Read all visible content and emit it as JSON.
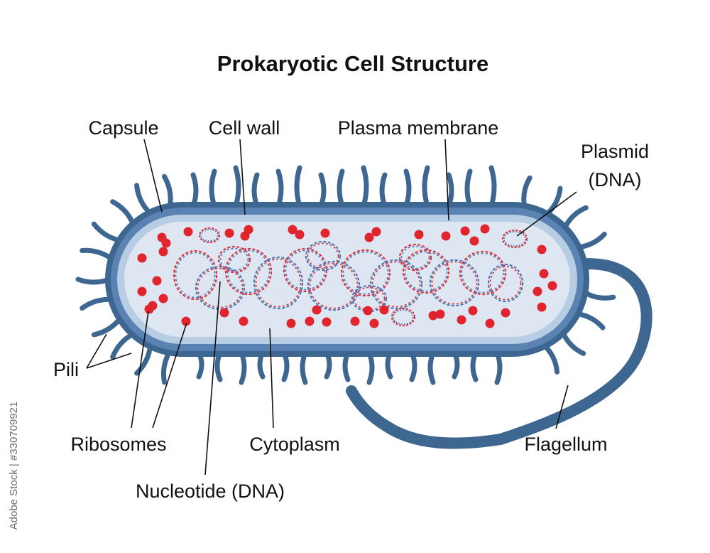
{
  "title": "Prokaryotic Cell Structure",
  "labels": {
    "capsule": "Capsule",
    "cell_wall": "Cell wall",
    "plasma_membrane": "Plasma membrane",
    "plasmid_line1": "Plasmid",
    "plasmid_line2": "(DNA)",
    "pili": "Pili",
    "ribosomes": "Ribosomes",
    "cytoplasm": "Cytoplasm",
    "flagellum": "Flagellum",
    "nucleotide": "Nucleotide (DNA)"
  },
  "watermark": "Adobe Stock | #330709921",
  "colors": {
    "capsule": "#3d6691",
    "cell_wall": "#5a83b4",
    "membrane": "#b7cde4",
    "cytoplasm": "#dde6f1",
    "ribosome": "#e0252e",
    "dna_red": "#d8333f",
    "dna_blue": "#4a78b4"
  }
}
